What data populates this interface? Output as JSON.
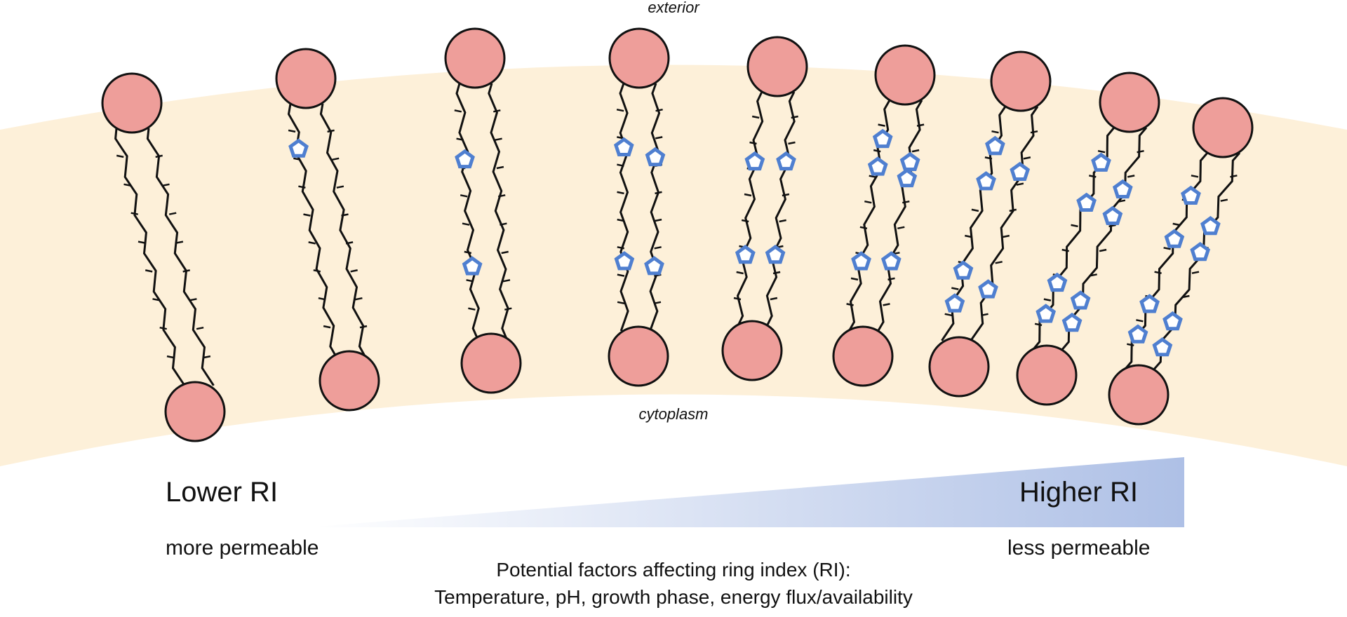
{
  "labels": {
    "exterior": "exterior",
    "cytoplasm": "cytoplasm",
    "lower_ri": "Lower RI",
    "higher_ri": "Higher RI",
    "more_permeable": "more permeable",
    "less_permeable": "less permeable",
    "factors_title": "Potential factors affecting ring index (RI):",
    "factors_list": "Temperature, pH, growth phase, energy flux/availability"
  },
  "colors": {
    "membrane_band": "#fdf0d9",
    "head_fill": "#ee9e9a",
    "head_stroke": "#111111",
    "tail_stroke": "#111111",
    "ring_color": "#4f7fd0",
    "gradient_start": "#ffffff",
    "gradient_end": "#aec0e6"
  },
  "lipids": {
    "description_count": 9,
    "rings_per_lipid": [
      0,
      1,
      2,
      4,
      4,
      6,
      6,
      8,
      8
    ],
    "ring_index_order": [
      "lower",
      "higher"
    ]
  }
}
